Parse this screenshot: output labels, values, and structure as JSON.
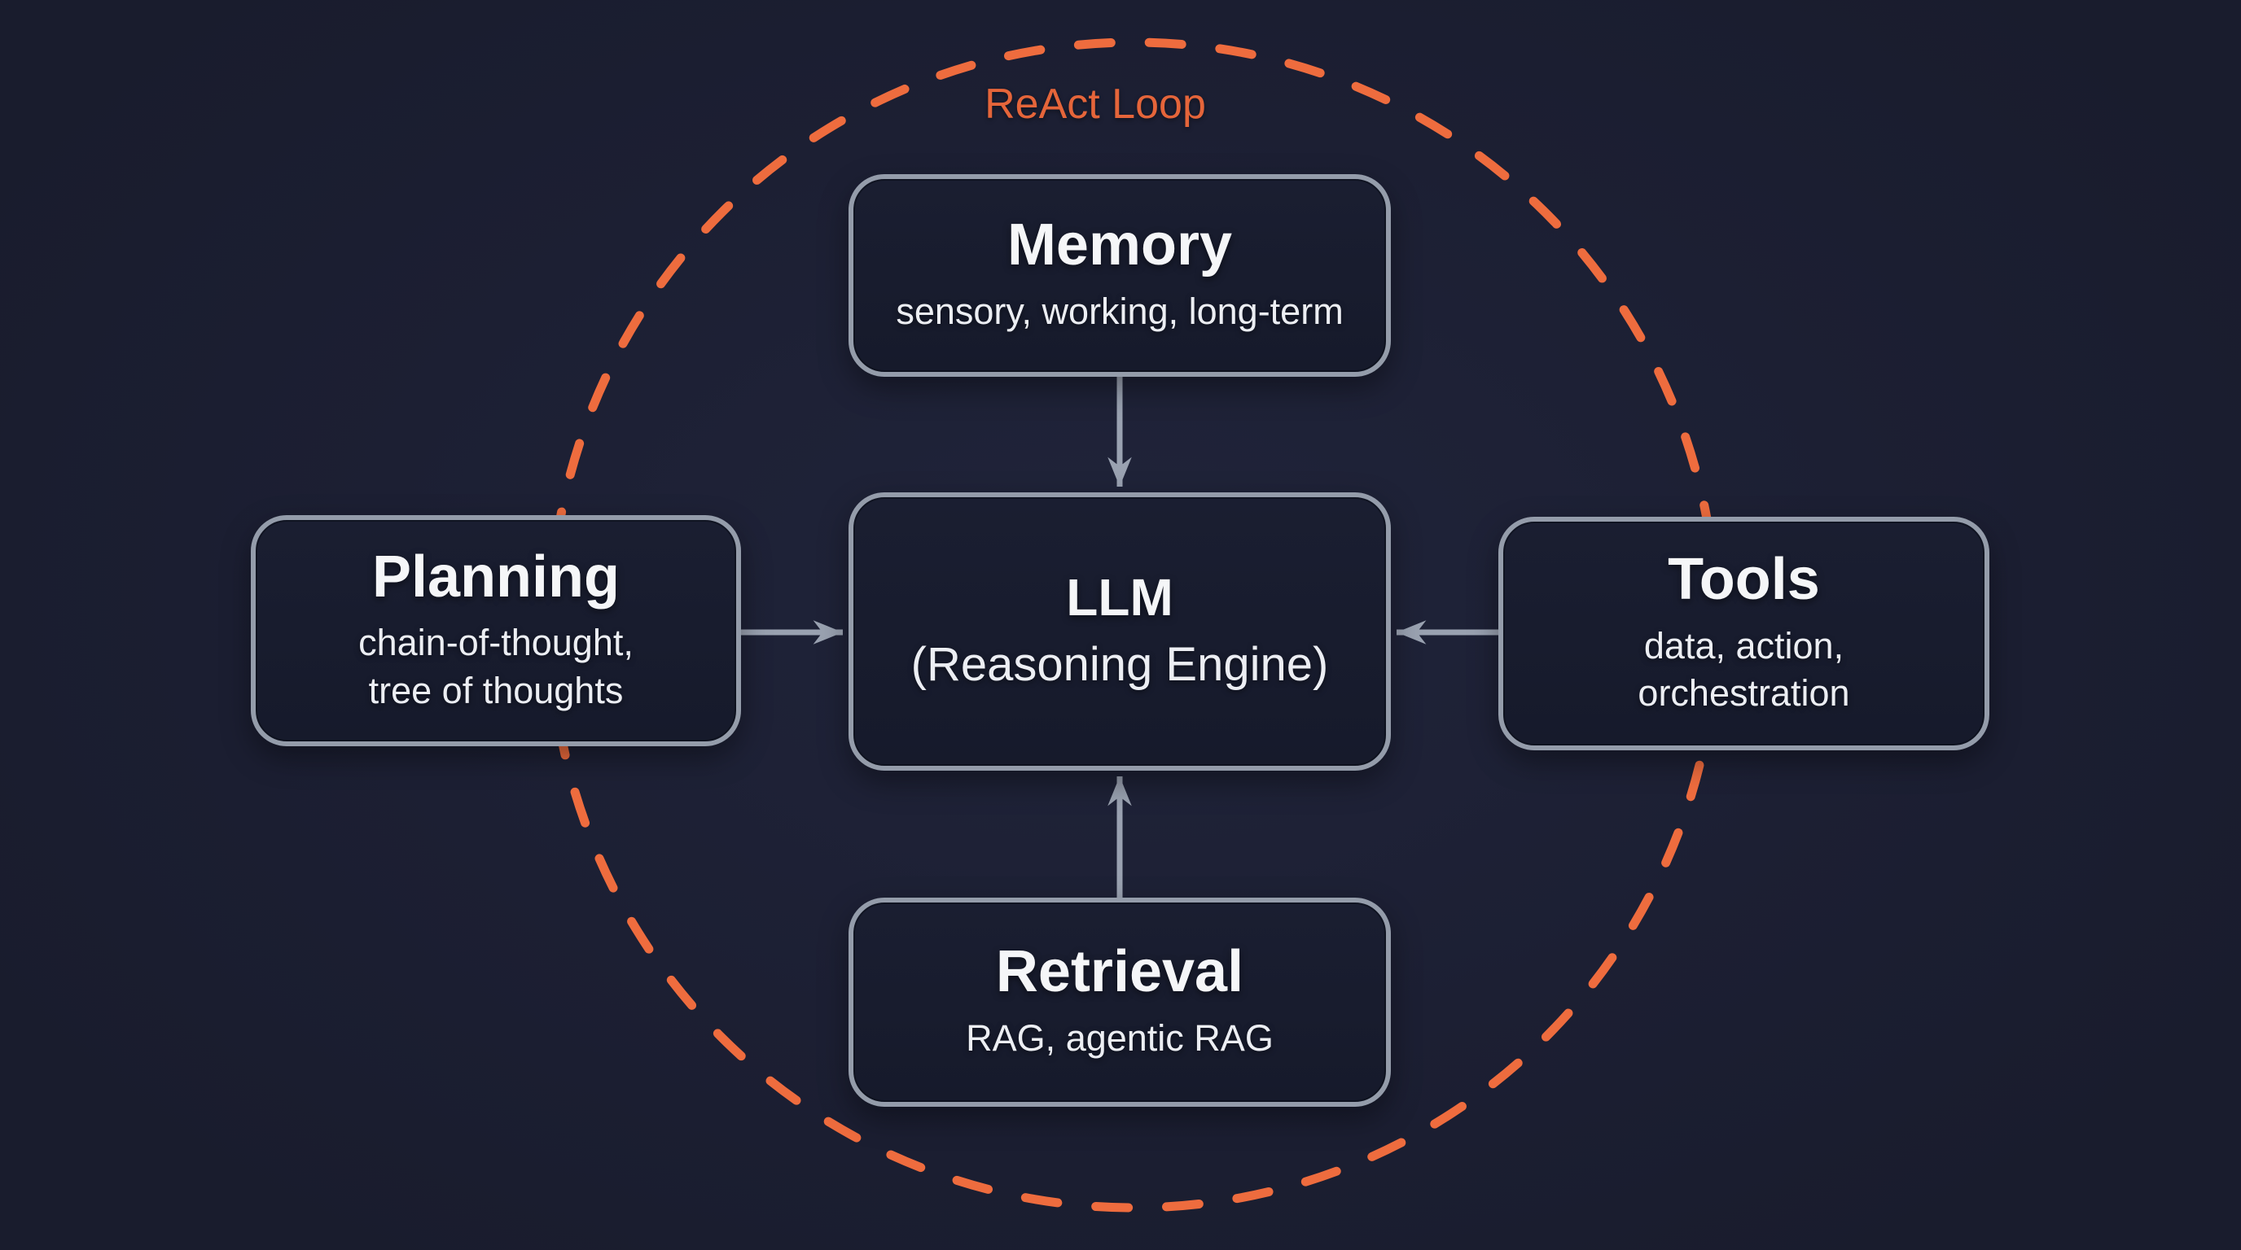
{
  "diagram": {
    "loop_label": "ReAct Loop",
    "colors": {
      "background": "#1c1f33",
      "box_fill": "#171b2c",
      "box_border": "#949caa",
      "title_text": "#f5f6f8",
      "subtitle_text": "#eceef3",
      "accent_orange_dash": "#ee6c3e",
      "accent_orange_label": "#e5653a",
      "arrow_gray": "#9aa2b1"
    },
    "nodes": {
      "memory": {
        "title": "Memory",
        "subtitle_lines": [
          "sensory, working, long-term"
        ]
      },
      "planning": {
        "title": "Planning",
        "subtitle_lines": [
          "chain-of-thought,",
          "tree of thoughts"
        ]
      },
      "llm": {
        "title": "LLM",
        "subtitle_lines": [
          "(Reasoning Engine)"
        ]
      },
      "tools": {
        "title": "Tools",
        "subtitle_lines": [
          "data, action,",
          "orchestration"
        ]
      },
      "retrieval": {
        "title": "Retrieval",
        "subtitle_lines": [
          "RAG, agentic RAG"
        ]
      }
    },
    "edges": [
      {
        "from": "Memory",
        "to": "LLM"
      },
      {
        "from": "Planning",
        "to": "LLM"
      },
      {
        "from": "Tools",
        "to": "LLM"
      },
      {
        "from": "Retrieval",
        "to": "LLM"
      }
    ]
  }
}
